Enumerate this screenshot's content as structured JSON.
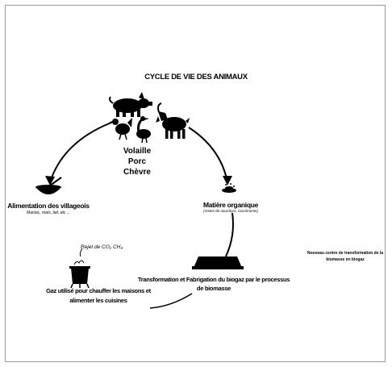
{
  "title": "CYCLE DE VIE DES ANIMAUX",
  "animals": {
    "line1": "Volaille",
    "line2": "Porc",
    "line3": "Chèvre"
  },
  "feeding": {
    "title": "Alimentation des villageois",
    "subtitle": "Manioc, maïs, lait, etc ..."
  },
  "organic": {
    "title": "Matière organique",
    "subtitle": "(restes de nourriture, excréments)"
  },
  "emission": "Rejet de CO₂ CH₄",
  "gas": "Gaz utilisé pour chauffer les maisons et alimenter les cuisines",
  "transformation": "Transformation et Fabrigation du biogaz par le processus de biomasse",
  "center": "Nouveau centre de transformation de la biomasse en biogaz"
}
